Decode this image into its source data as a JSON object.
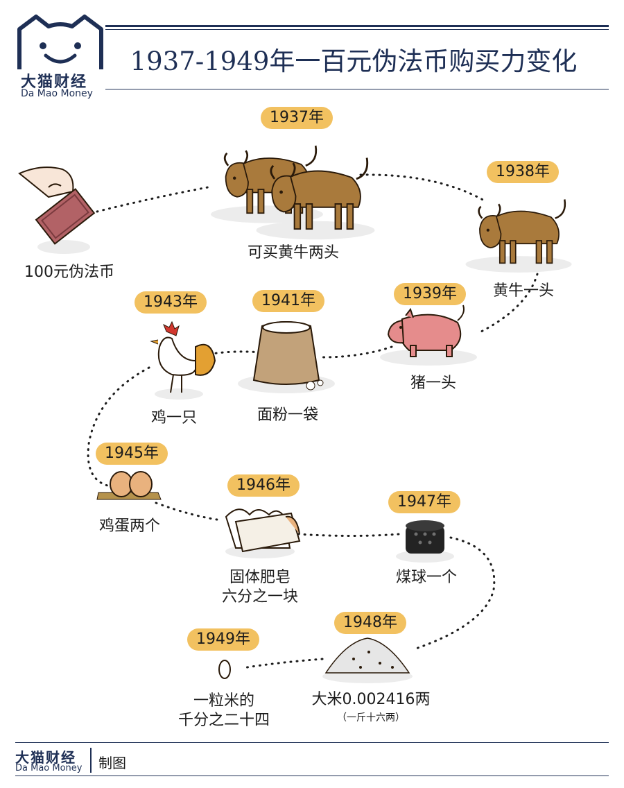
{
  "header": {
    "title": "1937-1949年一百元伪法币购买力变化",
    "logo_cn": "大猫财经",
    "logo_en": "Da Mao Money"
  },
  "start": {
    "label": "100元伪法币",
    "icon": "banknote-in-hand-icon"
  },
  "timeline": [
    {
      "year": "1937年",
      "label": "可买黄牛两头",
      "icon": "two-oxen-icon"
    },
    {
      "year": "1938年",
      "label": "黄牛一头",
      "icon": "ox-icon"
    },
    {
      "year": "1939年",
      "label": "猪一头",
      "icon": "pig-icon"
    },
    {
      "year": "1941年",
      "label": "面粉一袋",
      "icon": "flour-sack-icon"
    },
    {
      "year": "1943年",
      "label": "鸡一只",
      "icon": "rooster-icon"
    },
    {
      "year": "1945年",
      "label": "鸡蛋两个",
      "icon": "eggs-icon"
    },
    {
      "year": "1946年",
      "label": "固体肥皂",
      "label2": "六分之一块",
      "icon": "soap-bar-icon"
    },
    {
      "year": "1947年",
      "label": "煤球一个",
      "icon": "coal-briquette-icon"
    },
    {
      "year": "1948年",
      "label": "大米0.002416两",
      "note": "（一斤十六两）",
      "icon": "rice-pile-icon"
    },
    {
      "year": "1949年",
      "label": "一粒米的",
      "label2": "千分之二十四",
      "icon": "rice-grain-icon"
    }
  ],
  "footer": {
    "logo_cn": "大猫财经",
    "logo_en": "Da Mao Money",
    "credit": "制图"
  },
  "colors": {
    "navy": "#1e2f55",
    "badge": "#f2c160",
    "ox": "#a97a3c",
    "pig": "#e58c8c",
    "shadow": "#ececec"
  }
}
